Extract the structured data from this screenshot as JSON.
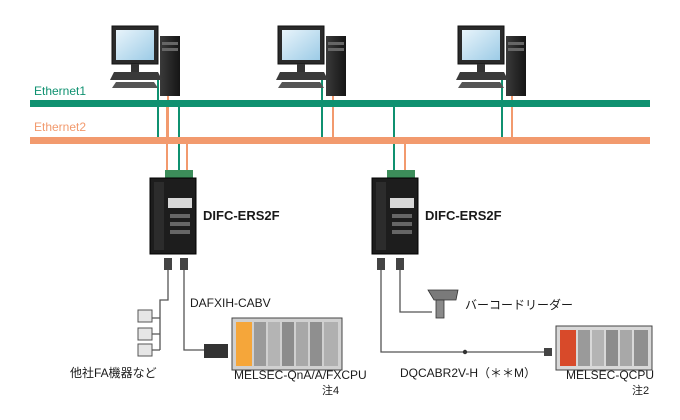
{
  "networks": {
    "ethernet1": {
      "label": "Ethernet1",
      "color": "#0f9170"
    },
    "ethernet2": {
      "label": "Ethernet2",
      "color": "#f29a6e"
    }
  },
  "devices": {
    "converter_left": {
      "label": "DIFC-ERS2F"
    },
    "converter_right": {
      "label": "DIFC-ERS2F"
    }
  },
  "cables": {
    "left_cable": {
      "label": "DAFXIH-CABV"
    },
    "right_cable": {
      "label": "DQCABR2V-H（＊＊M）"
    }
  },
  "endpoints": {
    "other_fa": {
      "label": "他社FA機器など"
    },
    "plc_left": {
      "label": "MELSEC-QnA/A/FXCPU",
      "note": "注4"
    },
    "barcode": {
      "label": "バーコードリーダー"
    },
    "plc_right": {
      "label": "MELSEC-QCPU",
      "note": "注2"
    }
  },
  "icons": [
    "pc-icon",
    "converter-icon",
    "plc-icon",
    "barcode-reader-icon",
    "fa-device-icon",
    "connector-icon"
  ]
}
